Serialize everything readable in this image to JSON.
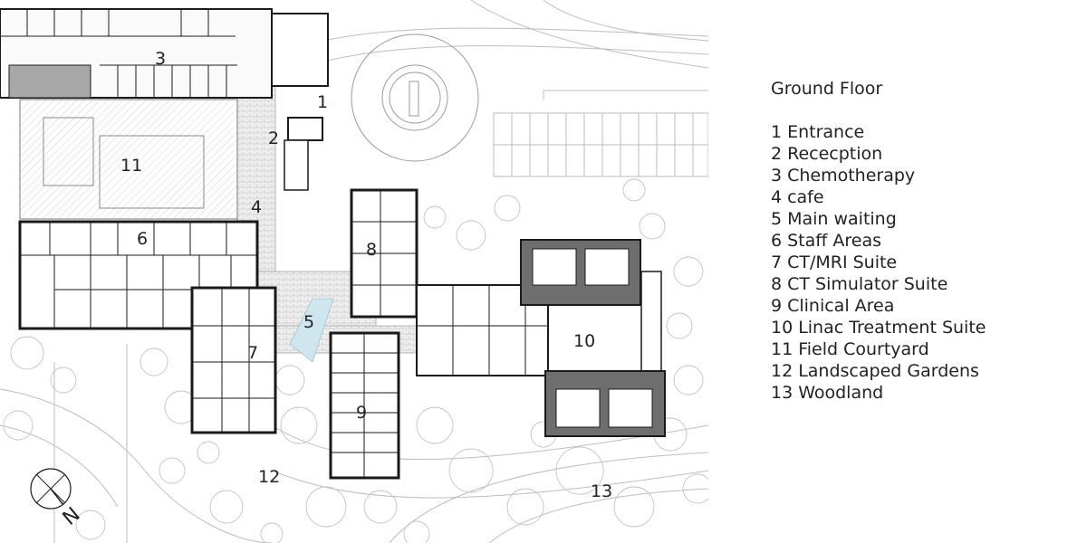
{
  "legend": {
    "title": "Ground Floor",
    "items": [
      {
        "num": "1",
        "label": "Entrance"
      },
      {
        "num": "2",
        "label": "Rececption"
      },
      {
        "num": "3",
        "label": "Chemotherapy"
      },
      {
        "num": "4",
        "label": "cafe"
      },
      {
        "num": "5",
        "label": "Main waiting"
      },
      {
        "num": "6",
        "label": "Staff Areas"
      },
      {
        "num": "7",
        "label": "CT/MRI Suite"
      },
      {
        "num": "8",
        "label": "CT Simulator Suite"
      },
      {
        "num": "9",
        "label": "Clinical Area"
      },
      {
        "num": "10",
        "label": "Linac Treatment Suite"
      },
      {
        "num": "11",
        "label": "Field Courtyard"
      },
      {
        "num": "12",
        "label": "Landscaped Gardens"
      },
      {
        "num": "13",
        "label": "Woodland"
      }
    ]
  },
  "plan": {
    "north_label": "N",
    "labels": [
      "1",
      "2",
      "3",
      "4",
      "5",
      "6",
      "7",
      "8",
      "9",
      "10",
      "11",
      "12",
      "13"
    ]
  },
  "colors": {
    "wall": "#1a1a1a",
    "context_line": "#b5b5b5",
    "bunker": "#6e6e6e",
    "glass": "#cfe6ee",
    "paving": "#d9d9d9"
  }
}
